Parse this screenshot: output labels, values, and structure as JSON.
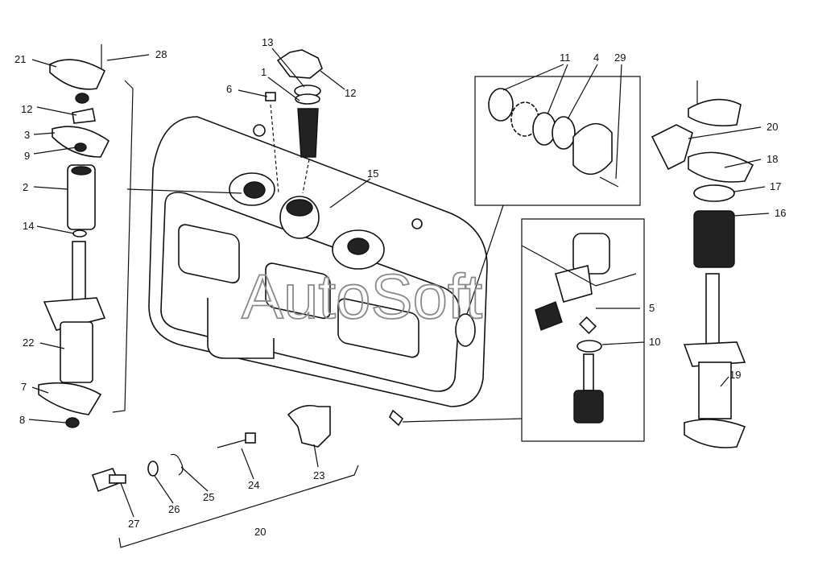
{
  "watermark": "AutoSoft",
  "callouts": {
    "c21": "21",
    "c28": "28",
    "c12a": "12",
    "c3": "3",
    "c9": "9",
    "c2": "2",
    "c14": "14",
    "c22": "22",
    "c7": "7",
    "c8": "8",
    "c13": "13",
    "c1": "1",
    "c6": "6",
    "c12b": "12",
    "c15": "15",
    "c11": "11",
    "c4": "4",
    "c29": "29",
    "c20a": "20",
    "c18": "18",
    "c17": "17",
    "c16": "16",
    "c5": "5",
    "c10": "10",
    "c19": "19",
    "c24": "24",
    "c25": "25",
    "c26": "26",
    "c27": "27",
    "c23": "23",
    "c20b": "20"
  }
}
